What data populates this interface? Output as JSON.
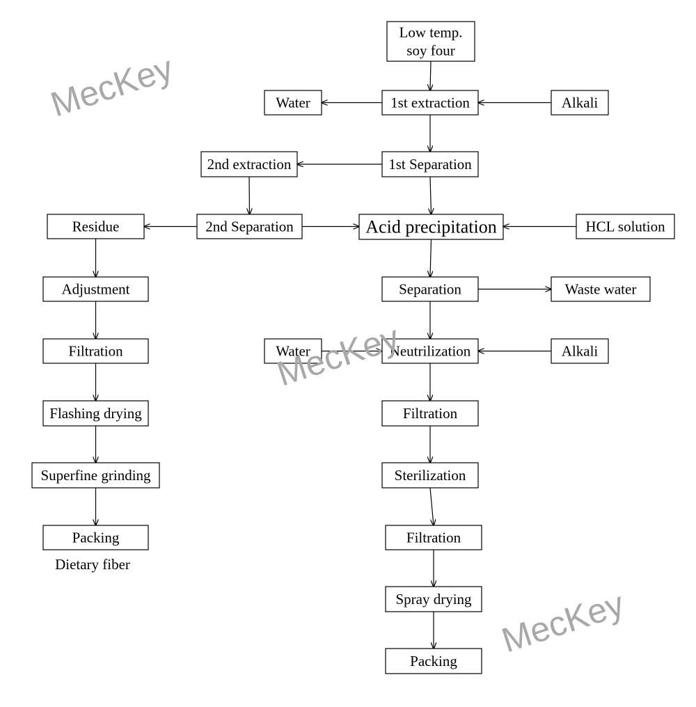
{
  "nodes": {
    "soy_flour": [
      "Low temp.",
      "soy four"
    ],
    "water_1": "Water",
    "extraction_1": "1st extraction",
    "alkali_1": "Alkali",
    "extraction_2": "2nd extraction",
    "separation_1": "1st Separation",
    "residue": "Residue",
    "separation_2": "2nd Separation",
    "acid_precipitation": "Acid precipitation",
    "hcl_solution": "HCL solution",
    "adjustment": "Adjustment",
    "separation_3": "Separation",
    "waste_water": "Waste water",
    "filtration_left": "Filtration",
    "water_2": "Water",
    "neutrilization": "Neutrilization",
    "alkali_2": "Alkali",
    "flashing_drying": "Flashing drying",
    "filtration_right_1": "Filtration",
    "superfine_grinding": "Superfine grinding",
    "sterilization": "Sterilization",
    "packing_left": "Packing",
    "filtration_right_2": "Filtration",
    "spray_drying": "Spray drying",
    "packing_right": "Packing"
  },
  "caption": "Dietary fiber",
  "watermark": "MecKey",
  "edges": [
    [
      "soy_flour",
      "extraction_1"
    ],
    [
      "extraction_1",
      "water_1"
    ],
    [
      "alkali_1",
      "extraction_1"
    ],
    [
      "extraction_1",
      "separation_1"
    ],
    [
      "separation_1",
      "extraction_2"
    ],
    [
      "extraction_2",
      "separation_2"
    ],
    [
      "separation_1",
      "acid_precipitation"
    ],
    [
      "separation_2",
      "residue"
    ],
    [
      "separation_2",
      "acid_precipitation"
    ],
    [
      "hcl_solution",
      "acid_precipitation"
    ],
    [
      "residue",
      "adjustment"
    ],
    [
      "adjustment",
      "filtration_left"
    ],
    [
      "filtration_left",
      "flashing_drying"
    ],
    [
      "flashing_drying",
      "superfine_grinding"
    ],
    [
      "superfine_grinding",
      "packing_left"
    ],
    [
      "acid_precipitation",
      "separation_3"
    ],
    [
      "separation_3",
      "waste_water"
    ],
    [
      "separation_3",
      "neutrilization"
    ],
    [
      "water_2",
      "neutrilization"
    ],
    [
      "alkali_2",
      "neutrilization"
    ],
    [
      "neutrilization",
      "filtration_right_1"
    ],
    [
      "filtration_right_1",
      "sterilization"
    ],
    [
      "sterilization",
      "filtration_right_2"
    ],
    [
      "filtration_right_2",
      "spray_drying"
    ],
    [
      "spray_drying",
      "packing_right"
    ]
  ]
}
